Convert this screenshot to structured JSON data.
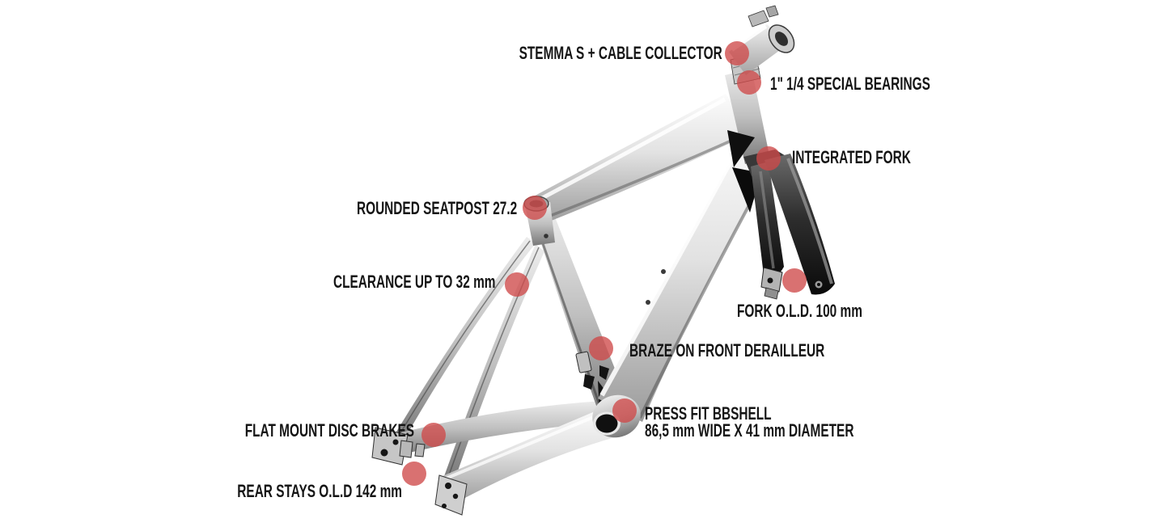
{
  "colors": {
    "background": "#FFFFFF",
    "dot": "#CE4949",
    "text": "#151515"
  },
  "illustration": {
    "subject": "road-gravel bicycle frameset with integrated fork and stem, grayscale 3D render"
  },
  "callouts": [
    {
      "id": "stemma-s-cable-collector",
      "label": "STEMMA S + CABLE COLLECTOR"
    },
    {
      "id": "special-bearings",
      "label": "1\" 1/4 SPECIAL BEARINGS"
    },
    {
      "id": "integrated-fork",
      "label": "INTEGRATED FORK"
    },
    {
      "id": "rounded-seatpost",
      "label": "ROUNDED SEATPOST 27.2"
    },
    {
      "id": "clearance",
      "label": "CLEARANCE UP TO 32 mm"
    },
    {
      "id": "fork-old",
      "label": "FORK O.L.D. 100 mm"
    },
    {
      "id": "braze-on-front-derailleur",
      "label": "BRAZE ON FRONT DERAILLEUR"
    },
    {
      "id": "press-fit-bbshell",
      "label": "PRESS FIT BBSHELL",
      "label2": "86,5 mm WIDE X 41 mm DIAMETER"
    },
    {
      "id": "flat-mount-disc-brakes",
      "label": "FLAT MOUNT DISC BRAKES"
    },
    {
      "id": "rear-stays-old",
      "label": "REAR STAYS O.L.D 142 mm"
    }
  ]
}
